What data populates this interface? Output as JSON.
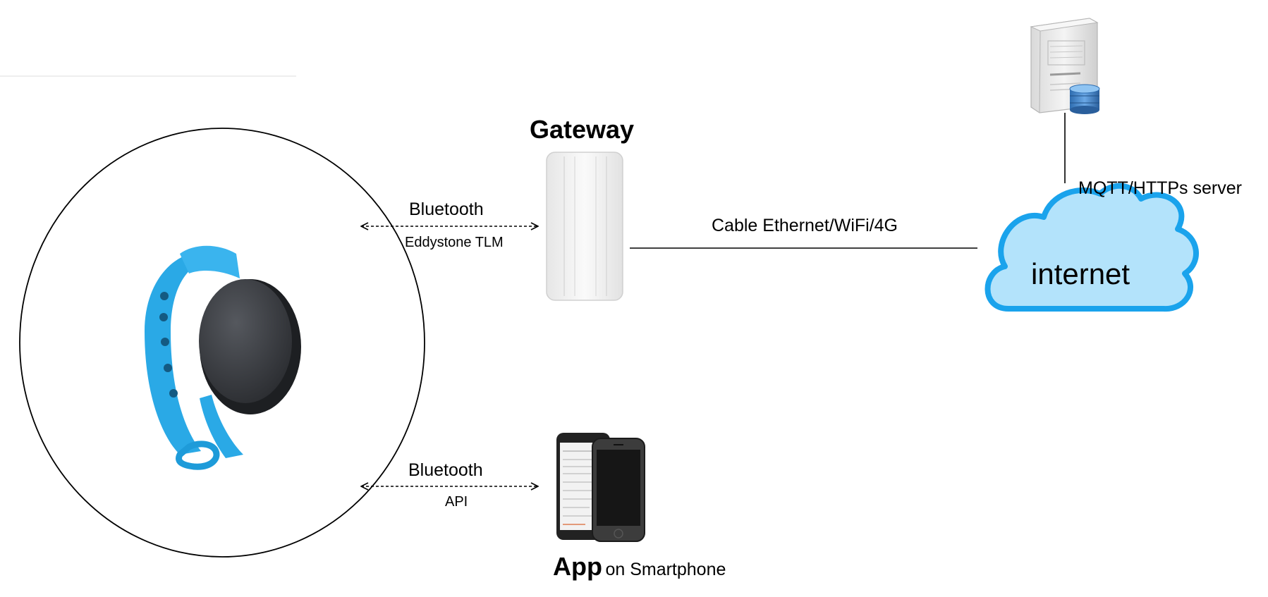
{
  "gateway": {
    "title": "Gateway"
  },
  "links": {
    "gateway_link": {
      "protocol": "Bluetooth",
      "profile": "Eddystone TLM"
    },
    "app_link": {
      "protocol": "Bluetooth",
      "profile": "API"
    },
    "internet_link": {
      "label": "Cable Ethernet/WiFi/4G"
    }
  },
  "server": {
    "label": "MQTT/HTTPs server"
  },
  "cloud": {
    "label": "internet"
  },
  "app": {
    "title": "App",
    "subtitle": "on Smartphone"
  },
  "colors": {
    "band": "#2aa9e6",
    "band_dark": "#1689c9",
    "puck": "#3a3d42",
    "cloud_fill": "#b3e3fb",
    "cloud_stroke": "#1aa3ec",
    "server": "#e9e9e9"
  },
  "icons": [
    "wristband-beacon-image",
    "gateway-device-image",
    "server-tower-icon",
    "database-icon",
    "internet-cloud-icon",
    "smartphone-icon"
  ]
}
